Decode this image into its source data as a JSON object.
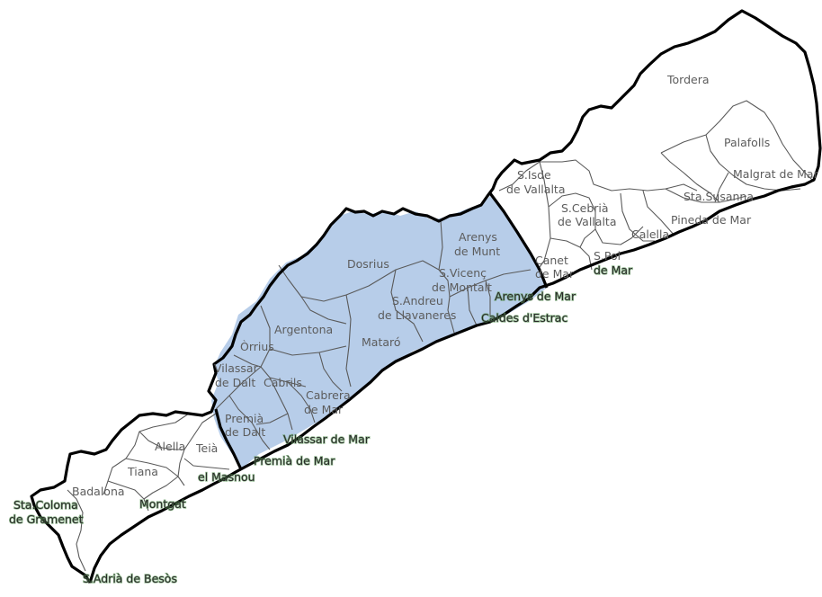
{
  "map": {
    "highlight_color": "#b7cde9",
    "outline_color": "#000000",
    "municipal_line_color": "#5a5a5a",
    "highlighted_area": [
      "Dosrius",
      "Arenys de Munt",
      "S.Vicenç de Montalt",
      "S.Andreu de Llavaneres",
      "Argentona",
      "Òrrius",
      "Mataró",
      "Vilassar de Dalt",
      "Cabrils",
      "Cabrera de Mar",
      "Premià de Dalt",
      "Vilassar de Mar",
      "Premià de Mar",
      "Arenys de Mar",
      "Caldes d'Estrac"
    ],
    "labels": {
      "tordera": "Tordera",
      "palafolls": "Palafolls",
      "malgrat_de_mar": "Malgrat de Mar",
      "sta_susanna": "Sta.Susanna",
      "pineda_de_mar": "Pineda de Mar",
      "calella": "Calella",
      "s_pol_line1": "S.Pol",
      "s_pol_line2": "de Mar",
      "canet_line1": "Canet",
      "canet_line2": "de Mar",
      "s_cebria_line1": "S.Cebrià",
      "s_cebria_line2": "de Vallalta",
      "s_isde_line1": "S.Isde",
      "s_isde_line2": "de Vallalta",
      "arenys_munt_line1": "Arenys",
      "arenys_munt_line2": "de Munt",
      "arenys_de_mar": "Arenys de Mar",
      "s_vicenc_line1": "S.Vicenç",
      "s_vicenc_line2": "de Montalt",
      "caldes_estrac": "Caldes d'Estrac",
      "s_andreu_line1": "S.Andreu",
      "s_andreu_line2": "de Llavaneres",
      "dosrius": "Dosrius",
      "argentona": "Argentona",
      "orrius": "Òrrius",
      "mataro": "Mataró",
      "vilassar_dalt_line1": "Vilassar",
      "vilassar_dalt_line2": "de Dalt",
      "cabrils": "Cabrils",
      "cabrera_line1": "Cabrera",
      "cabrera_line2": "de Mar",
      "premia_dalt_line1": "Premià",
      "premia_dalt_line2": "de Dalt",
      "vilassar_de_mar": "Vilassar de Mar",
      "premia_de_mar": "Premià de Mar",
      "el_masnou": "el Masnou",
      "teia": "Teià",
      "alella": "Alella",
      "tiana": "Tiana",
      "montgat": "Montgat",
      "badalona": "Badalona",
      "sta_coloma_line1": "Sta.Coloma",
      "sta_coloma_line2": "de Gramenet",
      "s_adria": "S.Adrià de Besòs"
    }
  }
}
